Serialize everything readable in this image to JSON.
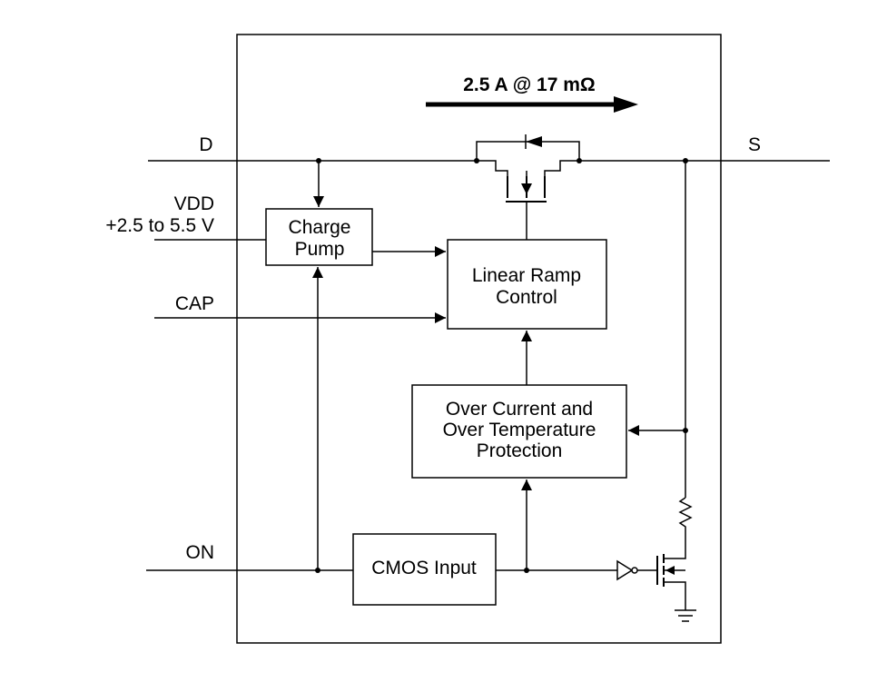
{
  "current_label": "2.5 A @ 17 mΩ",
  "pins": {
    "drain": "D",
    "source": "S",
    "vdd": "VDD",
    "vdd_range": "+2.5 to 5.5 V",
    "cap": "CAP",
    "on": "ON"
  },
  "blocks": {
    "charge_pump": [
      "Charge",
      "Pump"
    ],
    "linear_ramp": [
      "Linear Ramp",
      "Control"
    ],
    "protection": [
      "Over Current and",
      "Over Temperature",
      "Protection"
    ],
    "cmos_input": "CMOS Input"
  }
}
